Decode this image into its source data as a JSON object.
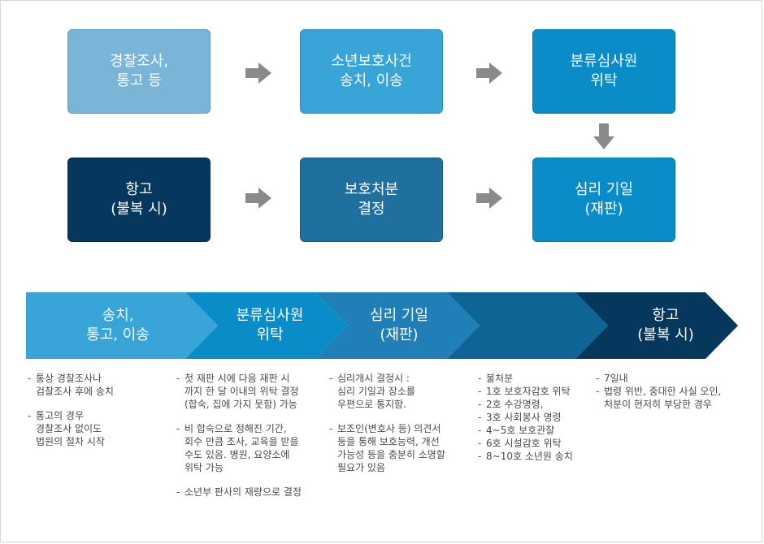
{
  "colors": {
    "light": "#7ab4d6",
    "mid": "#39a4d8",
    "bright": "#0a8cc8",
    "steel": "#1f6f9f",
    "navy": "#06375c",
    "arrow": "#8a8a8a"
  },
  "flow": {
    "police": "경찰조사,\n통고 등",
    "transfer": "소년보호사건\n송치, 이송",
    "classification": "분류심사원\n위탁",
    "appeal": "항고\n(불복 시)",
    "disposition": "보호처분\n결정",
    "hearing": "심리 기일\n(재판)"
  },
  "band": {
    "s1": "송치,\n통고, 이송",
    "s2": "분류심사원\n위탁",
    "s3": "심리 기일\n(재판)",
    "s4": "",
    "s5": "항고\n(불복 시)"
  },
  "notes": {
    "c1": {
      "n1": "통상 경찰조사나\n검찰조사 후에 송치",
      "n2": "통고의 경우\n경찰조사 없이도\n법원의 절차 시작"
    },
    "c2": {
      "n1": "첫 재판 시에 다음 재판 시\n까지 한 달 이내의 위탁 결정\n(합숙, 집에 가지 못함) 가능",
      "n2": "비 합숙으로 정해진 기간,\n회수 만큼 조사, 교육을 받을\n수도 있음. 병원, 요양소에\n위탁 가능",
      "n3": "소년부 판사의 재량으로 결정"
    },
    "c3": {
      "n1": "심리개시 결정시 :\n심리 기일과 장소를\n우편으로 통지함.",
      "n2": "보조인(변호사 등) 의견서\n등을 통해 보호능력, 개선\n가능성 등을 충분히 소명할\n필요가 있음"
    },
    "c4": {
      "n1": "불처분",
      "n2": "1호 보호자감호 위탁",
      "n3": "2호 수강명령,",
      "n4": "3호 사회봉사 명령",
      "n5": "4~5호 보호관찰",
      "n6": "6호 시설감호 위탁",
      "n7": "8~10호 소년원 송치"
    },
    "c5": {
      "n1": "7일내",
      "n2": "법령 위반, 중대한 사실 오인,\n처분이 현저히 부당한 경우"
    }
  }
}
